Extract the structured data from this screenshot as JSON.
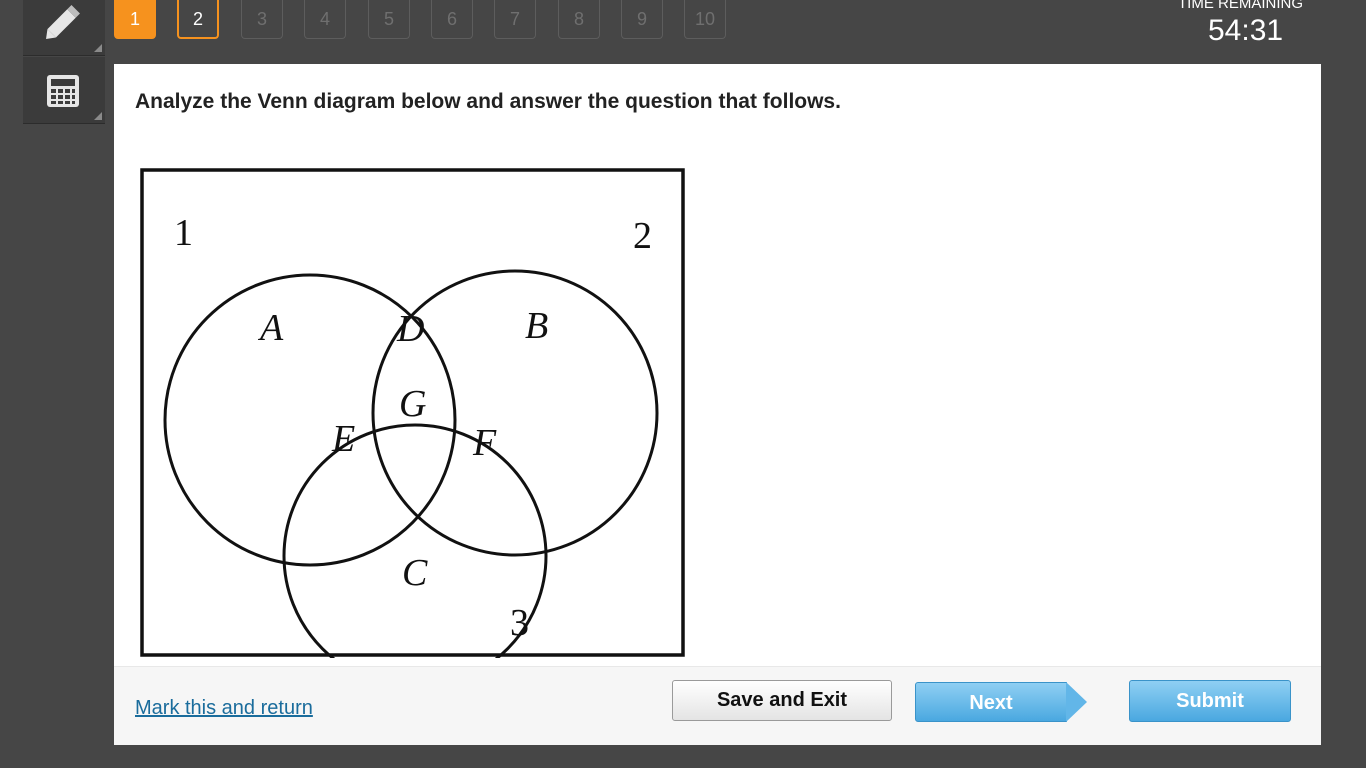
{
  "tools": [
    {
      "name": "pencil-icon"
    },
    {
      "name": "calculator-icon"
    }
  ],
  "question_nav": {
    "items": [
      {
        "label": "1",
        "state": "current"
      },
      {
        "label": "2",
        "state": "visited"
      },
      {
        "label": "3",
        "state": "locked"
      },
      {
        "label": "4",
        "state": "locked"
      },
      {
        "label": "5",
        "state": "locked"
      },
      {
        "label": "6",
        "state": "locked"
      },
      {
        "label": "7",
        "state": "locked"
      },
      {
        "label": "8",
        "state": "locked"
      },
      {
        "label": "9",
        "state": "locked"
      },
      {
        "label": "10",
        "state": "locked"
      }
    ]
  },
  "timer": {
    "label": "TIME REMAINING",
    "value": "54:31"
  },
  "question": {
    "prompt": "Analyze the Venn diagram below and answer the question that follows.",
    "diagram": {
      "set_labels": {
        "one": "1",
        "two": "2",
        "three": "3"
      },
      "region_labels": {
        "A": "A",
        "B": "B",
        "C": "C",
        "D": "D",
        "E": "E",
        "F": "F",
        "G": "G"
      }
    }
  },
  "footer": {
    "mark_link": "Mark this and return",
    "save_label": "Save and Exit",
    "next_label": "Next",
    "submit_label": "Submit"
  },
  "colors": {
    "background": "#464646",
    "current_question": "#f6921e",
    "primary_button": "#4aa8e0",
    "link": "#1a6c9c"
  }
}
